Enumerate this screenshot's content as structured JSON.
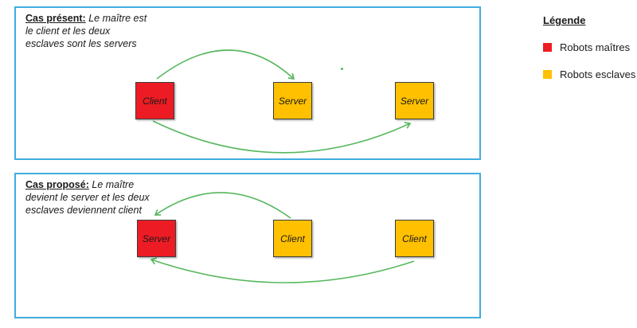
{
  "panels": [
    {
      "title": "Cas présent:",
      "description": "Le maître est le client et les deux esclaves sont les servers",
      "boxes": [
        {
          "label": "Client",
          "role": "master"
        },
        {
          "label": "Server",
          "role": "slave"
        },
        {
          "label": "Server",
          "role": "slave"
        }
      ]
    },
    {
      "title": "Cas proposé:",
      "description": "Le maître devient le server et les deux esclaves deviennent client",
      "boxes": [
        {
          "label": "Server",
          "role": "master"
        },
        {
          "label": "Client",
          "role": "slave"
        },
        {
          "label": "Client",
          "role": "slave"
        }
      ]
    }
  ],
  "legend": {
    "title": "Légende",
    "items": [
      {
        "label": "Robots maîtres",
        "color": "#ed1c24"
      },
      {
        "label": "Robots esclaves",
        "color": "#ffc000"
      }
    ]
  },
  "colors": {
    "master": "#ed1c24",
    "slave": "#ffc000",
    "arrow": "#57b75e",
    "panel_border": "#3fade0"
  }
}
